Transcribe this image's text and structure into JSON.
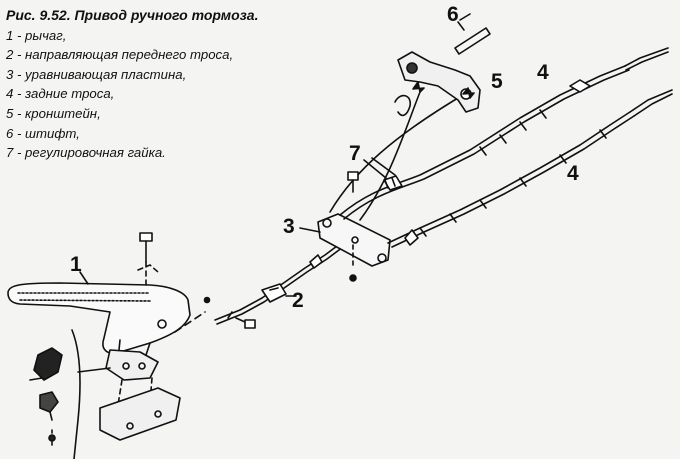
{
  "caption": {
    "title": "Рис. 9.52. Привод ручного тормоза.",
    "items": [
      "1 - рычаг,",
      "2 - направляющая переднего троса,",
      "3 - уравнивающая пластина,",
      "4 - задние троса,",
      "5 - кронштейн,",
      "6 - штифт,",
      "7 - регулировочная гайка."
    ]
  },
  "callouts": {
    "c1": "1",
    "c2": "2",
    "c3": "3",
    "c4a": "4",
    "c4b": "4",
    "c5": "5",
    "c6": "6",
    "c7": "7"
  }
}
